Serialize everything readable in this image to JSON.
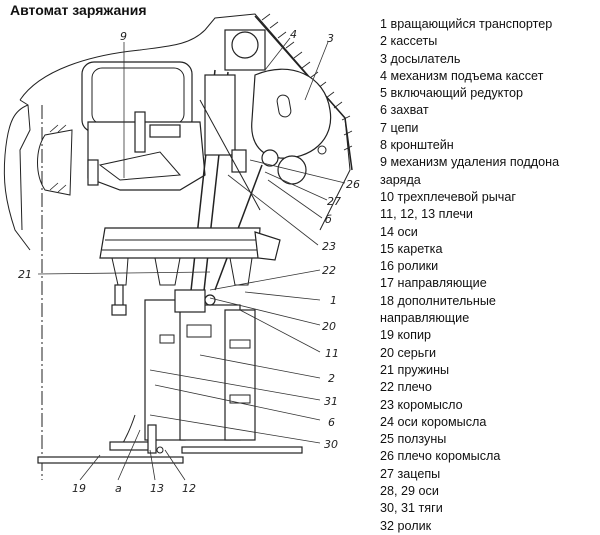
{
  "title": "Автомат заряжания",
  "legend": [
    "1 вращающийся транспортер",
    "2 кассеты",
    "3 досылатель",
    "4  механизм подъема кассет",
    "5 включающий редуктор",
    "6 захват",
    "7 цепи",
    "8 кронштейн",
    "9 механизм удаления поддона",
    "заряда",
    "10 трехплечевой рычаг",
    "11, 12, 13 плечи",
    "14 оси",
    "15 каретка",
    "16 ролики",
    "17 направляющие",
    "18 дополнительные",
    "направляющие",
    "19 копир",
    "20 серьги",
    "21 пружины",
    "22 плечо",
    "23 коромысло",
    "24 оси коромысла",
    "25 ползуны",
    "26 плечо коромысла",
    "27 зацепы",
    "28, 29 оси",
    "30, 31 тяги",
    "32 ролик"
  ],
  "callouts": {
    "c9": "9",
    "c4": "4",
    "c3": "3",
    "c26": "26",
    "c27": "27",
    "cb": "б",
    "c23": "23",
    "c21": "21",
    "c22": "22",
    "c1": "1",
    "c20": "20",
    "c11": "11",
    "c2": "2",
    "c31": "31",
    "c6": "6",
    "c30": "30",
    "c19": "19",
    "ca": "а",
    "c13": "13",
    "c12": "12"
  }
}
